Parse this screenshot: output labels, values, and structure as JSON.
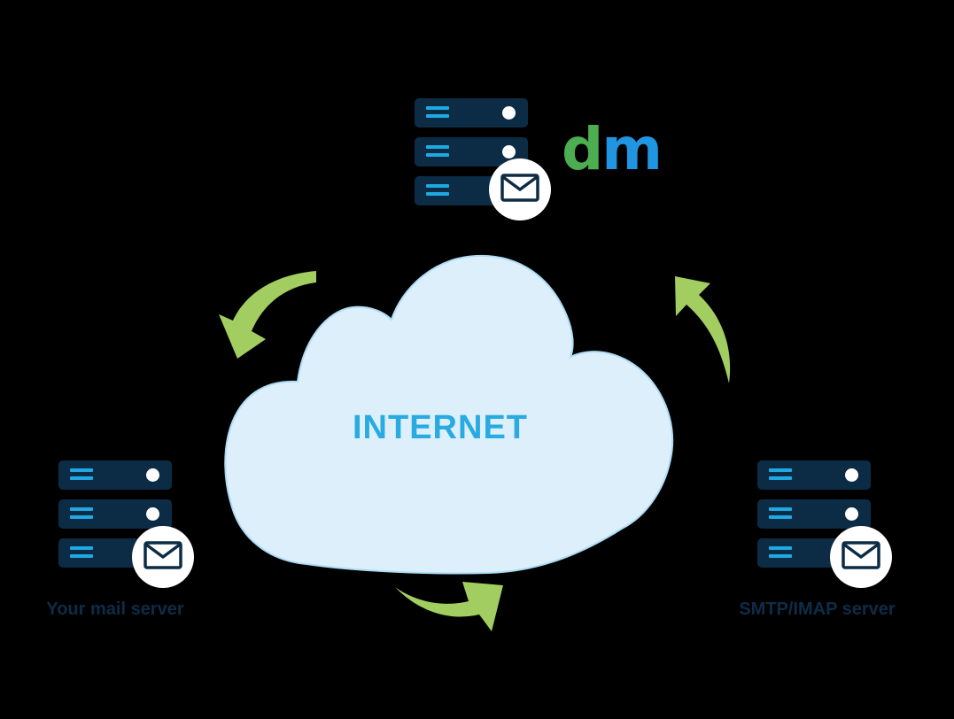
{
  "background_color": "#000000",
  "logo": {
    "letter_d": "d",
    "letter_m": "m",
    "d_color": "#4CAE50",
    "m_color": "#2095E1"
  },
  "cloud": {
    "label": "INTERNET",
    "fill_color": "#DCEFFB",
    "outline_color": "#AEDCF5",
    "label_color": "#29ABE2"
  },
  "servers": {
    "top": {
      "rows": 3,
      "icon": "envelope-icon",
      "label": ""
    },
    "left": {
      "rows": 3,
      "icon": "envelope-icon",
      "label": "Your mail server"
    },
    "right": {
      "rows": 3,
      "icon": "envelope-icon",
      "label": "SMTP/IMAP server"
    }
  },
  "colors": {
    "server_body": "#0C2C46",
    "server_led_lines": "#1FA9E2",
    "status_dot": "#FFFFFF",
    "arrow_green": "#A2CD61",
    "caption_color": "#0E2C47"
  },
  "icons": {
    "envelope": "envelope-icon",
    "arrow_left": "curved-arrow-down-left-icon",
    "arrow_right": "curved-arrow-up-left-icon",
    "arrow_bottom": "curved-arrow-up-right-icon"
  }
}
